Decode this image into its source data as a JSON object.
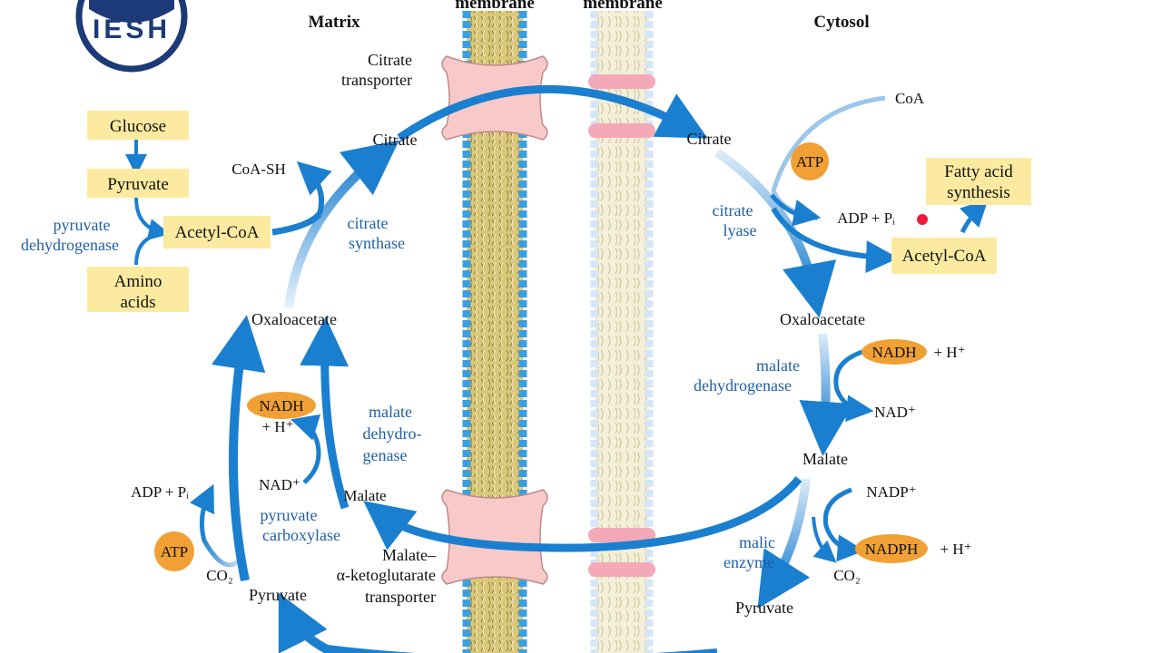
{
  "logo": {
    "text": "IESH"
  },
  "headers": {
    "matrix": "Matrix",
    "inner_membrane": "membrane",
    "outer_membrane": "membrane",
    "cytosol": "Cytosol"
  },
  "transporters": {
    "citrate": [
      "Citrate",
      "transporter"
    ],
    "malate": [
      "Malate–",
      "α-ketoglutarate",
      "transporter"
    ]
  },
  "matrix": {
    "glucose": "Glucose",
    "pyruvate_box": "Pyruvate",
    "acetyl_coa": "Acetyl-CoA",
    "amino_acids": [
      "Amino",
      "acids"
    ],
    "pyruvate_dehydrogenase": [
      "pyruvate",
      "dehydrogenase"
    ],
    "coa_sh": "CoA-SH",
    "citrate": "Citrate",
    "citrate_synthase": [
      "citrate",
      "synthase"
    ],
    "oxaloacetate": "Oxaloacetate",
    "nadh": "NADH",
    "h_plus": "+ H⁺",
    "nad_plus": "NAD⁺",
    "malate_dehydrogenase": [
      "malate",
      "dehydro-",
      "genase"
    ],
    "malate": "Malate",
    "adp_pi": "ADP + Pᵢ",
    "atp": "ATP",
    "co2": "CO₂",
    "pyruvate_carboxylase": [
      "pyruvate",
      "carboxylase"
    ],
    "pyruvate": "Pyruvate"
  },
  "cytosol": {
    "coa": "CoA",
    "atp": "ATP",
    "citrate": "Citrate",
    "citrate_lyase": [
      "citrate",
      "lyase"
    ],
    "adp_pi": "ADP + Pᵢ",
    "fatty_acid_synthesis": [
      "Fatty acid",
      "synthesis"
    ],
    "acetyl_coa": "Acetyl-CoA",
    "oxaloacetate": "Oxaloacetate",
    "nadh": "NADH",
    "h_plus": "+ H⁺",
    "nad_plus": "NAD⁺",
    "malate_dehydrogenase": [
      "malate",
      "dehydrogenase"
    ],
    "malate": "Malate",
    "nadp_plus": "NADP⁺",
    "nadph": "NADPH",
    "malic_enzyme": [
      "malic",
      "enzyme"
    ],
    "co2": "CO₂",
    "pyruvate": "Pyruvate"
  },
  "colors": {
    "arrow_blue": "#1b7fd0",
    "enzyme_text": "#1f5fa6",
    "box_yellow": "#fbeaa0",
    "cofactor_orange": "#f0a034",
    "transporter_pink": "#f7c9c9",
    "logo_navy": "#1d3a78"
  }
}
